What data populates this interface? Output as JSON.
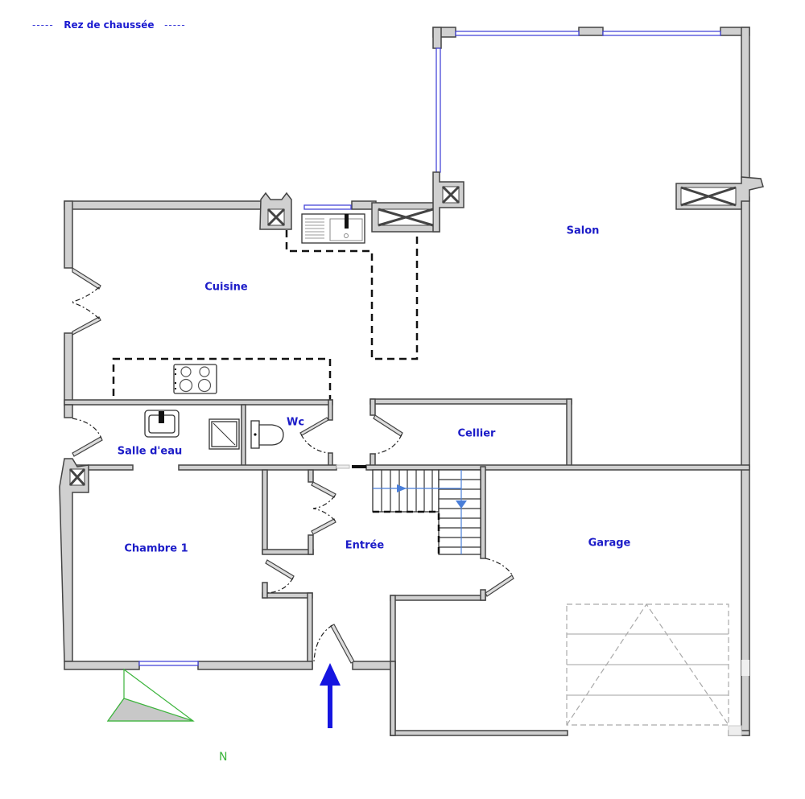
{
  "header": {
    "title": "Rez de chaussée",
    "dash_left": "-----",
    "dash_right": "-----"
  },
  "rooms": [
    {
      "id": "cuisine",
      "label": "Cuisine"
    },
    {
      "id": "salon",
      "label": "Salon"
    },
    {
      "id": "salle-deau",
      "label": "Salle d'eau"
    },
    {
      "id": "wc",
      "label": "Wc"
    },
    {
      "id": "cellier",
      "label": "Cellier"
    },
    {
      "id": "chambre-1",
      "label": "Chambre 1"
    },
    {
      "id": "entree",
      "label": "Entrée"
    },
    {
      "id": "garage",
      "label": "Garage"
    }
  ],
  "compass": {
    "label": "N",
    "color": "#3cb43c"
  },
  "entrance_arrow": {
    "color": "#1515e0"
  },
  "colors": {
    "wall_fill": "#d0d0d0",
    "wall_stroke": "#444444",
    "window": "#4848d8",
    "label": "#1c1cc8",
    "stair_arrow": "#4a7ed8"
  }
}
